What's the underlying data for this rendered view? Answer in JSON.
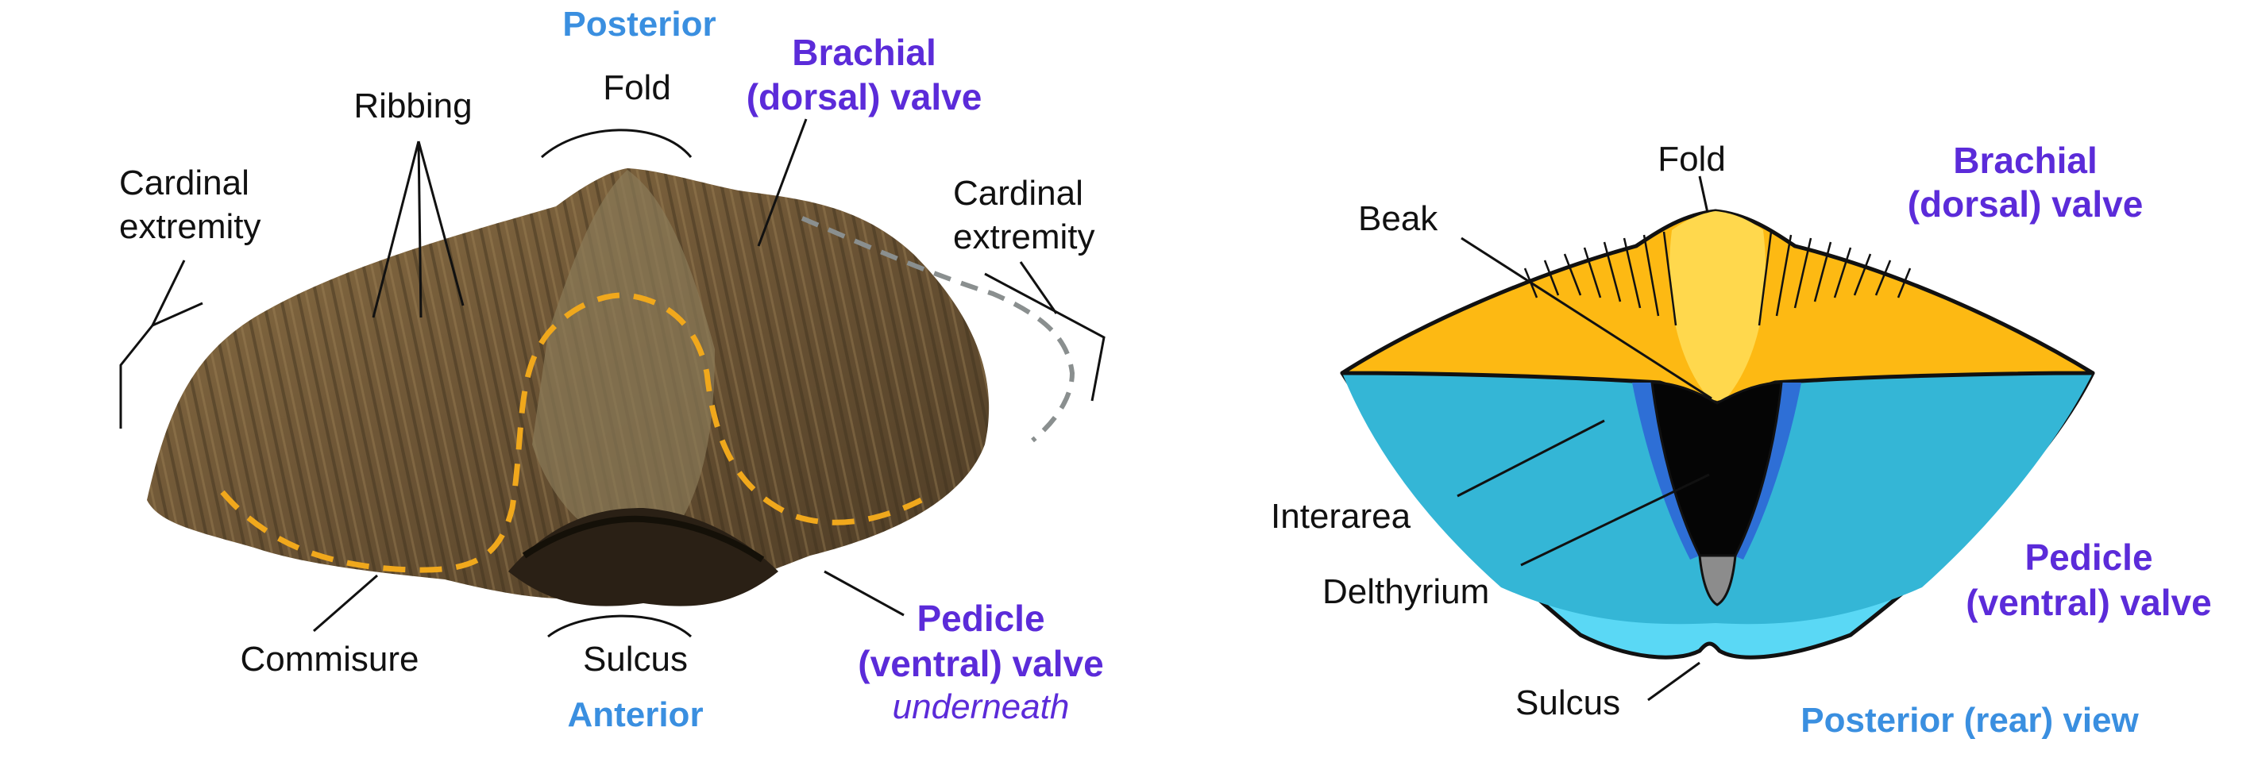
{
  "left_figure": {
    "posterior": "Posterior",
    "anterior": "Anterior",
    "fold": "Fold",
    "ribbing": "Ribbing",
    "brachial_line1": "Brachial",
    "brachial_line2": "(dorsal) valve",
    "cardinal_left_line1": "Cardinal",
    "cardinal_left_line2": "extremity",
    "cardinal_right_line1": "Cardinal",
    "cardinal_right_line2": "extremity",
    "commisure": "Commisure",
    "sulcus": "Sulcus",
    "pedicle_line1": "Pedicle",
    "pedicle_line2": "(ventral) valve",
    "underneath": "underneath"
  },
  "right_figure": {
    "fold": "Fold",
    "beak": "Beak",
    "brachial_line1": "Brachial",
    "brachial_line2": "(dorsal) valve",
    "interarea": "Interarea",
    "delthyrium": "Delthyrium",
    "pedicle_line1": "Pedicle",
    "pedicle_line2": "(ventral) valve",
    "sulcus": "Sulcus",
    "view_caption": "Posterior (rear) view"
  },
  "colors": {
    "label_blue": "#3a8fe0",
    "label_purple": "#5b2bd9",
    "dorsal_valve": "#fdb913",
    "fold_highlight": "#ffd84d",
    "ventral_valve": "#34b6d6",
    "ventral_rim": "#5ad8f5",
    "delthyrium": "#050505",
    "commisure_dash": "#f0a81c",
    "outline_dash": "#8a8f8f"
  }
}
